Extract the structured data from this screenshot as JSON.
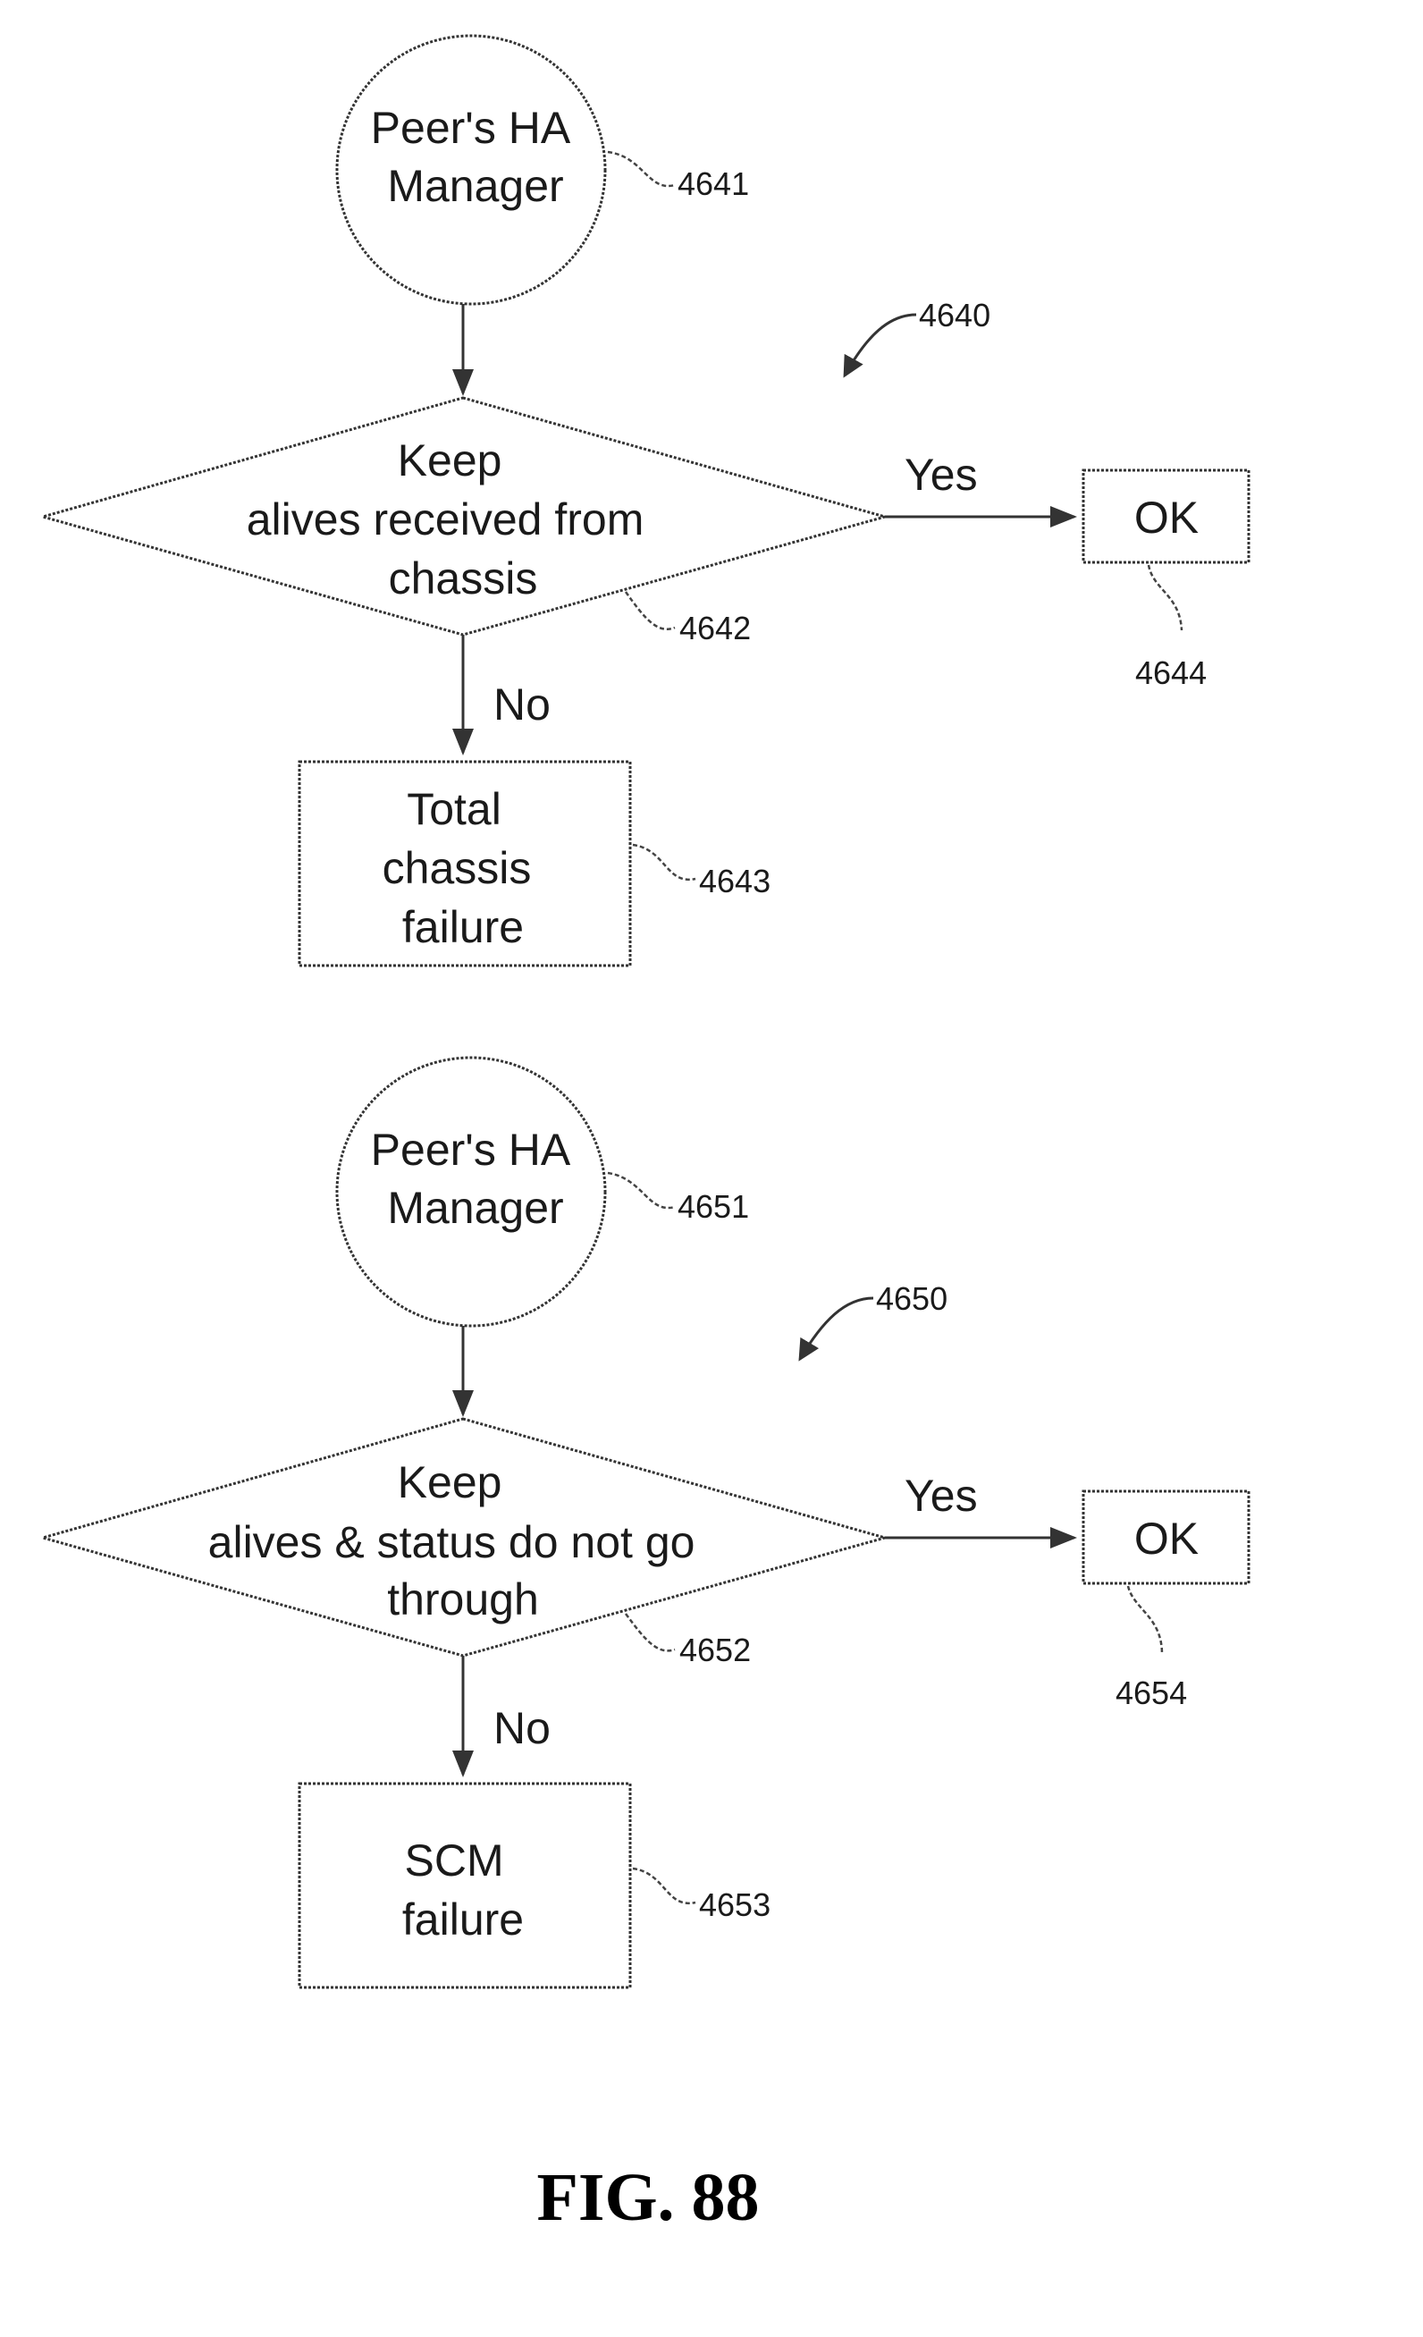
{
  "figure": {
    "caption": "FIG. 88",
    "flow_a": {
      "ref": "4640",
      "start": {
        "lines": [
          "Peer's HA",
          "Manager"
        ],
        "ref": "4641"
      },
      "decision": {
        "lines": [
          "Keep",
          "alives received from",
          "chassis"
        ],
        "ref": "4642"
      },
      "yes_label": "Yes",
      "no_label": "No",
      "ok": {
        "label": "OK",
        "ref": "4644"
      },
      "fail": {
        "lines": [
          "Total",
          "chassis",
          "failure"
        ],
        "ref": "4643"
      }
    },
    "flow_b": {
      "ref": "4650",
      "start": {
        "lines": [
          "Peer's HA",
          "Manager"
        ],
        "ref": "4651"
      },
      "decision": {
        "lines": [
          "Keep",
          "alives & status do not go",
          "through"
        ],
        "ref": "4652"
      },
      "yes_label": "Yes",
      "no_label": "No",
      "ok": {
        "label": "OK",
        "ref": "4654"
      },
      "fail": {
        "lines": [
          "SCM",
          "failure"
        ],
        "ref": "4653"
      }
    }
  }
}
